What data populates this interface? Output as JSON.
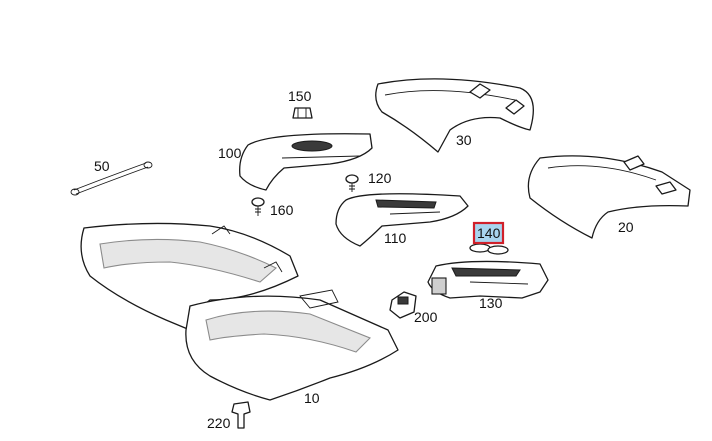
{
  "callouts": {
    "p10": "10",
    "p20": "20",
    "p30": "30",
    "p50": "50",
    "p100": "100",
    "p110": "110",
    "p120": "120",
    "p130": "130",
    "p140": "140",
    "p150": "150",
    "p160": "160",
    "p200": "200",
    "p220": "220"
  },
  "highlighted_part": "140",
  "colors": {
    "highlight_fill": "#a9d4ee",
    "highlight_border": "#d0202a"
  }
}
